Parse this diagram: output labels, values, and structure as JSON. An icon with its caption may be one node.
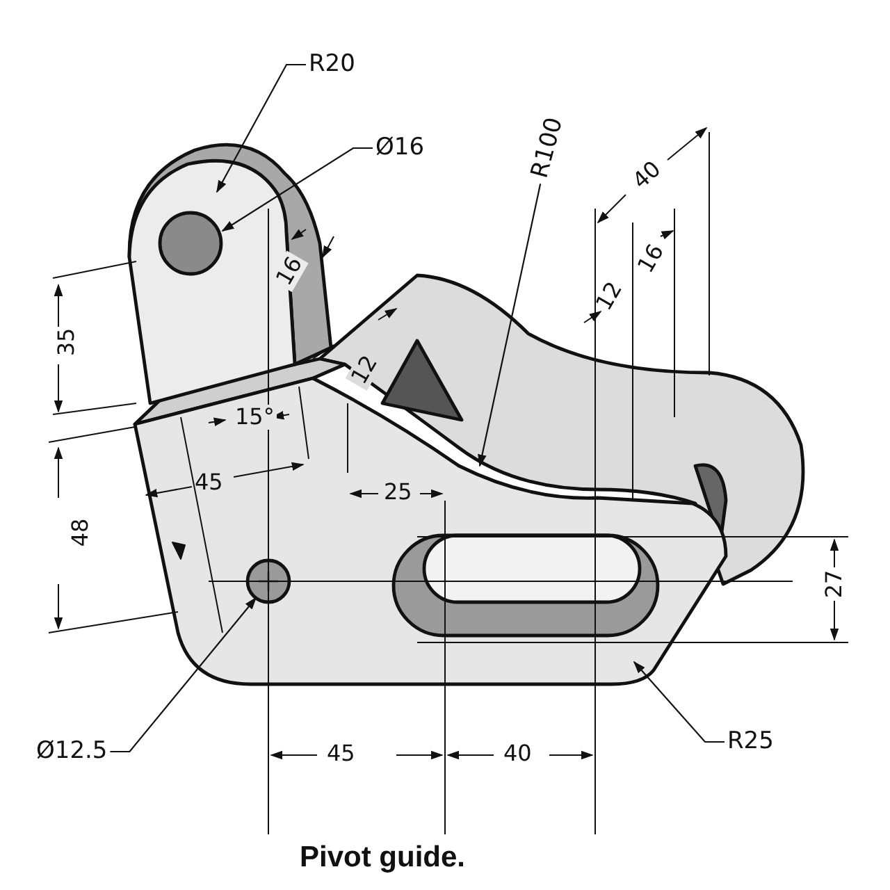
{
  "diagram": {
    "caption": "Pivot guide.",
    "nodes": [
      {
        "text": [
          "R20"
        ]
      },
      {
        "text": [
          "Ø16"
        ]
      },
      {
        "text": [
          "R100"
        ]
      },
      {
        "text": [
          "Ø12.5"
        ]
      },
      {
        "text": [
          "R25"
        ]
      }
    ],
    "edges": [
      {
        "from": 0,
        "to": null,
        "arrow": "to"
      },
      {
        "from": 1,
        "to": null,
        "arrow": "to"
      },
      {
        "from": 2,
        "to": null,
        "arrow": "to"
      },
      {
        "from": 3,
        "to": null,
        "arrow": "to"
      },
      {
        "from": 4,
        "to": null,
        "arrow": "to"
      }
    ],
    "labels": [
      "40",
      "12",
      "16",
      "16",
      "35",
      "12",
      "15°",
      "45",
      "25",
      "48",
      "27",
      "45",
      "40"
    ]
  }
}
